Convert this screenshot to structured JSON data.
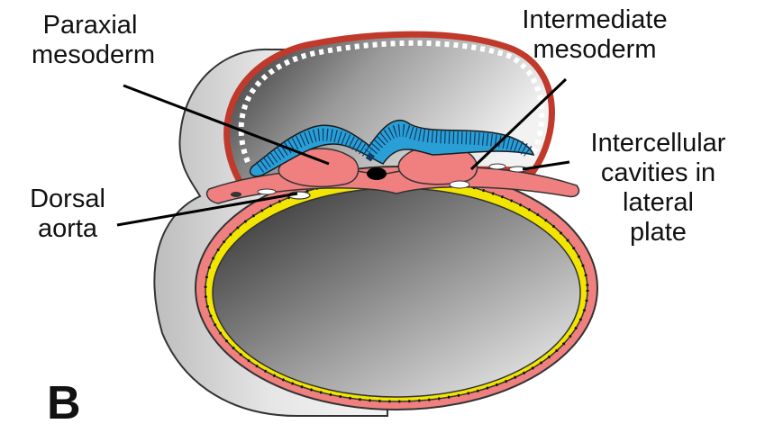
{
  "labels": {
    "paraxial": [
      "Paraxial",
      "mesoderm"
    ],
    "intermediate": [
      "Intermediate",
      "mesoderm"
    ],
    "intercellular": [
      "Intercellular",
      "cavities in",
      "lateral",
      "plate"
    ],
    "dorsal_aorta": [
      "Dorsal",
      "aorta"
    ]
  },
  "panel_letter": "B",
  "colors": {
    "ectoderm_neural": "#2a9fd6",
    "mesoderm": "#f08080",
    "mesoderm_outline": "#c0392b",
    "endoderm_yolk_layer": "#f2e600",
    "dark_structure": "#000000"
  }
}
